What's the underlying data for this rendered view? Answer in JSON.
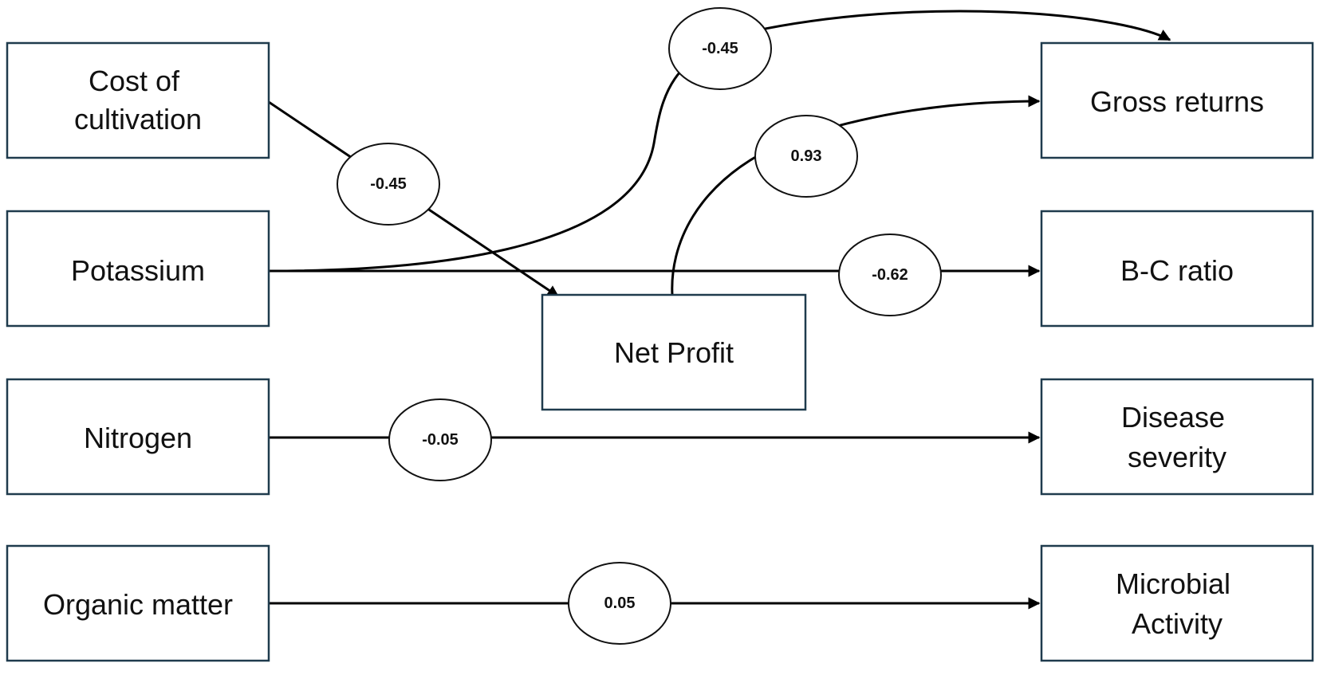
{
  "nodes": {
    "cost_of_cultivation": [
      "Cost of",
      "cultivation"
    ],
    "potassium": [
      "Potassium"
    ],
    "nitrogen": [
      "Nitrogen"
    ],
    "organic_matter": [
      "Organic matter"
    ],
    "net_profit": [
      "Net Profit"
    ],
    "gross_returns": [
      "Gross returns"
    ],
    "bc_ratio": [
      "B-C ratio"
    ],
    "disease_severity": [
      "Disease",
      "severity"
    ],
    "microbial_activity": [
      "Microbial",
      "Activity"
    ]
  },
  "edges": {
    "cost_to_net_profit": "-0.45",
    "potassium_to_gross_returns": "-0.45",
    "net_profit_to_gross_returns": "0.93",
    "potassium_to_bc_ratio": "-0.62",
    "nitrogen_to_disease_severity": "-0.05",
    "organic_matter_to_microbial_activity": "0.05"
  },
  "colors": {
    "box_border": "#1f3b4d",
    "line": "#000000",
    "text": "#111111",
    "background": "#ffffff"
  }
}
